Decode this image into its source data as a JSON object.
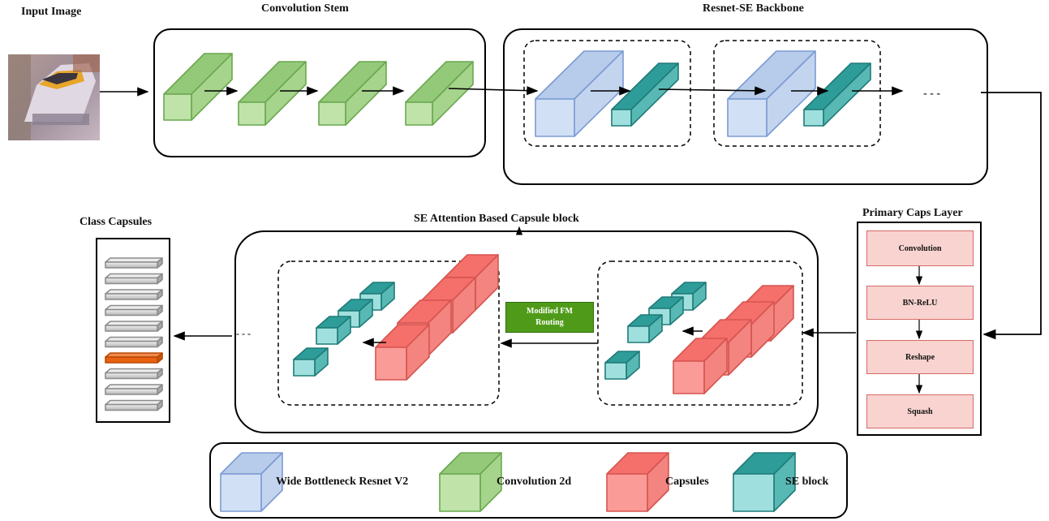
{
  "labels": {
    "input_image": "Input Image",
    "convolution_stem": "Convolution Stem",
    "resnet_se_backbone": "Resnet-SE Backbone",
    "class_capsules": "Class Capsules",
    "se_attention_block": "SE Attention Based Capsule block",
    "primary_caps_layer": "Primary Caps Layer"
  },
  "primary_caps_steps": [
    "Convolution",
    "BN-ReLU",
    "Reshape",
    "Squash"
  ],
  "routing_label_line1": "Modified FM",
  "routing_label_line2": "Routing",
  "ellipsis_backbone": "- - -",
  "ellipsis_capsule": "- - -",
  "legend": [
    {
      "label": "Wide Bottleneck Resnet V2",
      "color": "#a9c4ea"
    },
    {
      "label": "Convolution 2d",
      "color": "#9dd37f"
    },
    {
      "label": "Capsules",
      "color": "#f7807d"
    },
    {
      "label": "SE block",
      "color": "#2e9d9a"
    }
  ],
  "colors": {
    "resnet": "#a9c4ea",
    "conv": "#9dd37f",
    "capsule": "#f7807d",
    "se": "#2e9d9a",
    "class_bar": "#d9d9d9",
    "active_class": "#e8620f"
  }
}
